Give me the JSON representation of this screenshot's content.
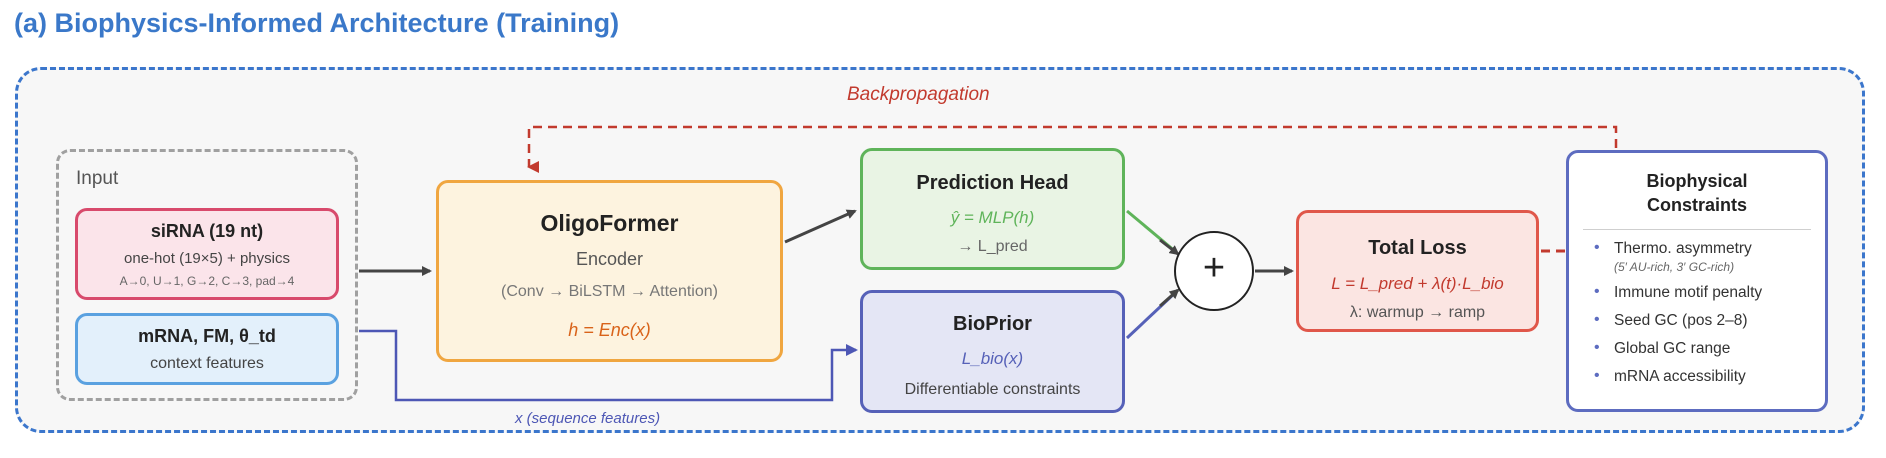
{
  "title": "(a) Biophysics-Informed Architecture (Training)",
  "backprop_label": "Backpropagation",
  "seq_features_label": "x (sequence features)",
  "input": {
    "label": "Input",
    "sirna": {
      "title": "siRNA (19 nt)",
      "line1": "one-hot (19×5) + physics",
      "line2": "A→0, U→1, G→2, C→3, pad→4"
    },
    "mrna": {
      "title": "mRNA, FM, θ_td",
      "line1": "context features"
    }
  },
  "oligoformer": {
    "title": "OligoFormer",
    "subtitle": "Encoder",
    "pipeline": "(Conv → BiLSTM → Attention)",
    "formula": "h = Enc(x)"
  },
  "prediction_head": {
    "title": "Prediction Head",
    "formula": "ŷ = MLP(h)",
    "output": "→ L_pred"
  },
  "bioprior": {
    "title": "BioPrior",
    "formula": "L_bio(x)",
    "desc": "Differentiable constraints"
  },
  "plus_symbol": "+",
  "total_loss": {
    "title": "Total Loss",
    "formula": "L = L_pred + λ(t)·L_bio",
    "schedule": "λ: warmup → ramp"
  },
  "constraints": {
    "title_line1": "Biophysical",
    "title_line2": "Constraints",
    "items": [
      {
        "label": "Thermo. asymmetry",
        "sub": "(5′ AU-rich, 3′ GC-rich)"
      },
      {
        "label": "Immune motif penalty",
        "sub": ""
      },
      {
        "label": "Seed GC (pos 2–8)",
        "sub": ""
      },
      {
        "label": "Global GC range",
        "sub": ""
      },
      {
        "label": "mRNA accessibility",
        "sub": ""
      }
    ]
  },
  "colors": {
    "accent_blue": "#3a78c9",
    "backprop_red": "#c23a2e",
    "seq_blue": "#4d57b5"
  }
}
